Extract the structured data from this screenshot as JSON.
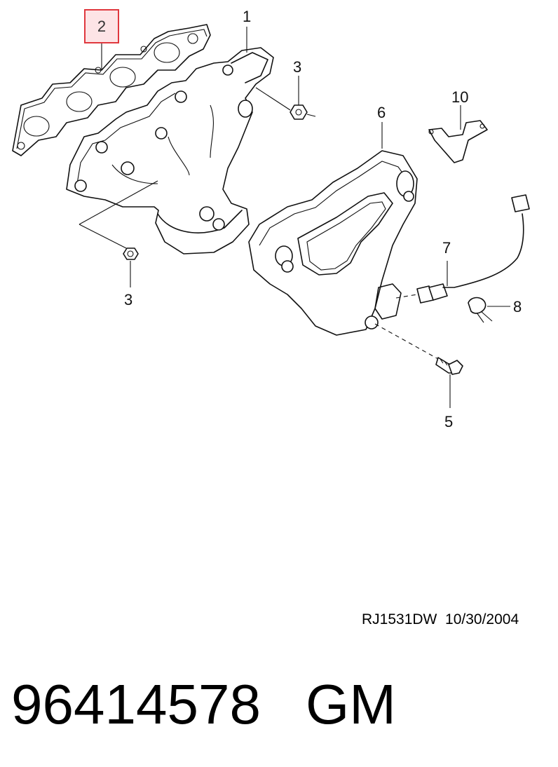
{
  "callouts": {
    "c1": "1",
    "c2": "2",
    "c3a": "3",
    "c3b": "3",
    "c5": "5",
    "c6": "6",
    "c7": "7",
    "c8": "8",
    "c10": "10"
  },
  "highlighted_callout": "2",
  "highlight_color": "#e0383e",
  "highlight_fill": "#fde4e6",
  "drawing_ref": "RJ1531DW  10/30/2004",
  "footer": {
    "part_number": "96414578",
    "brand": "GM"
  }
}
